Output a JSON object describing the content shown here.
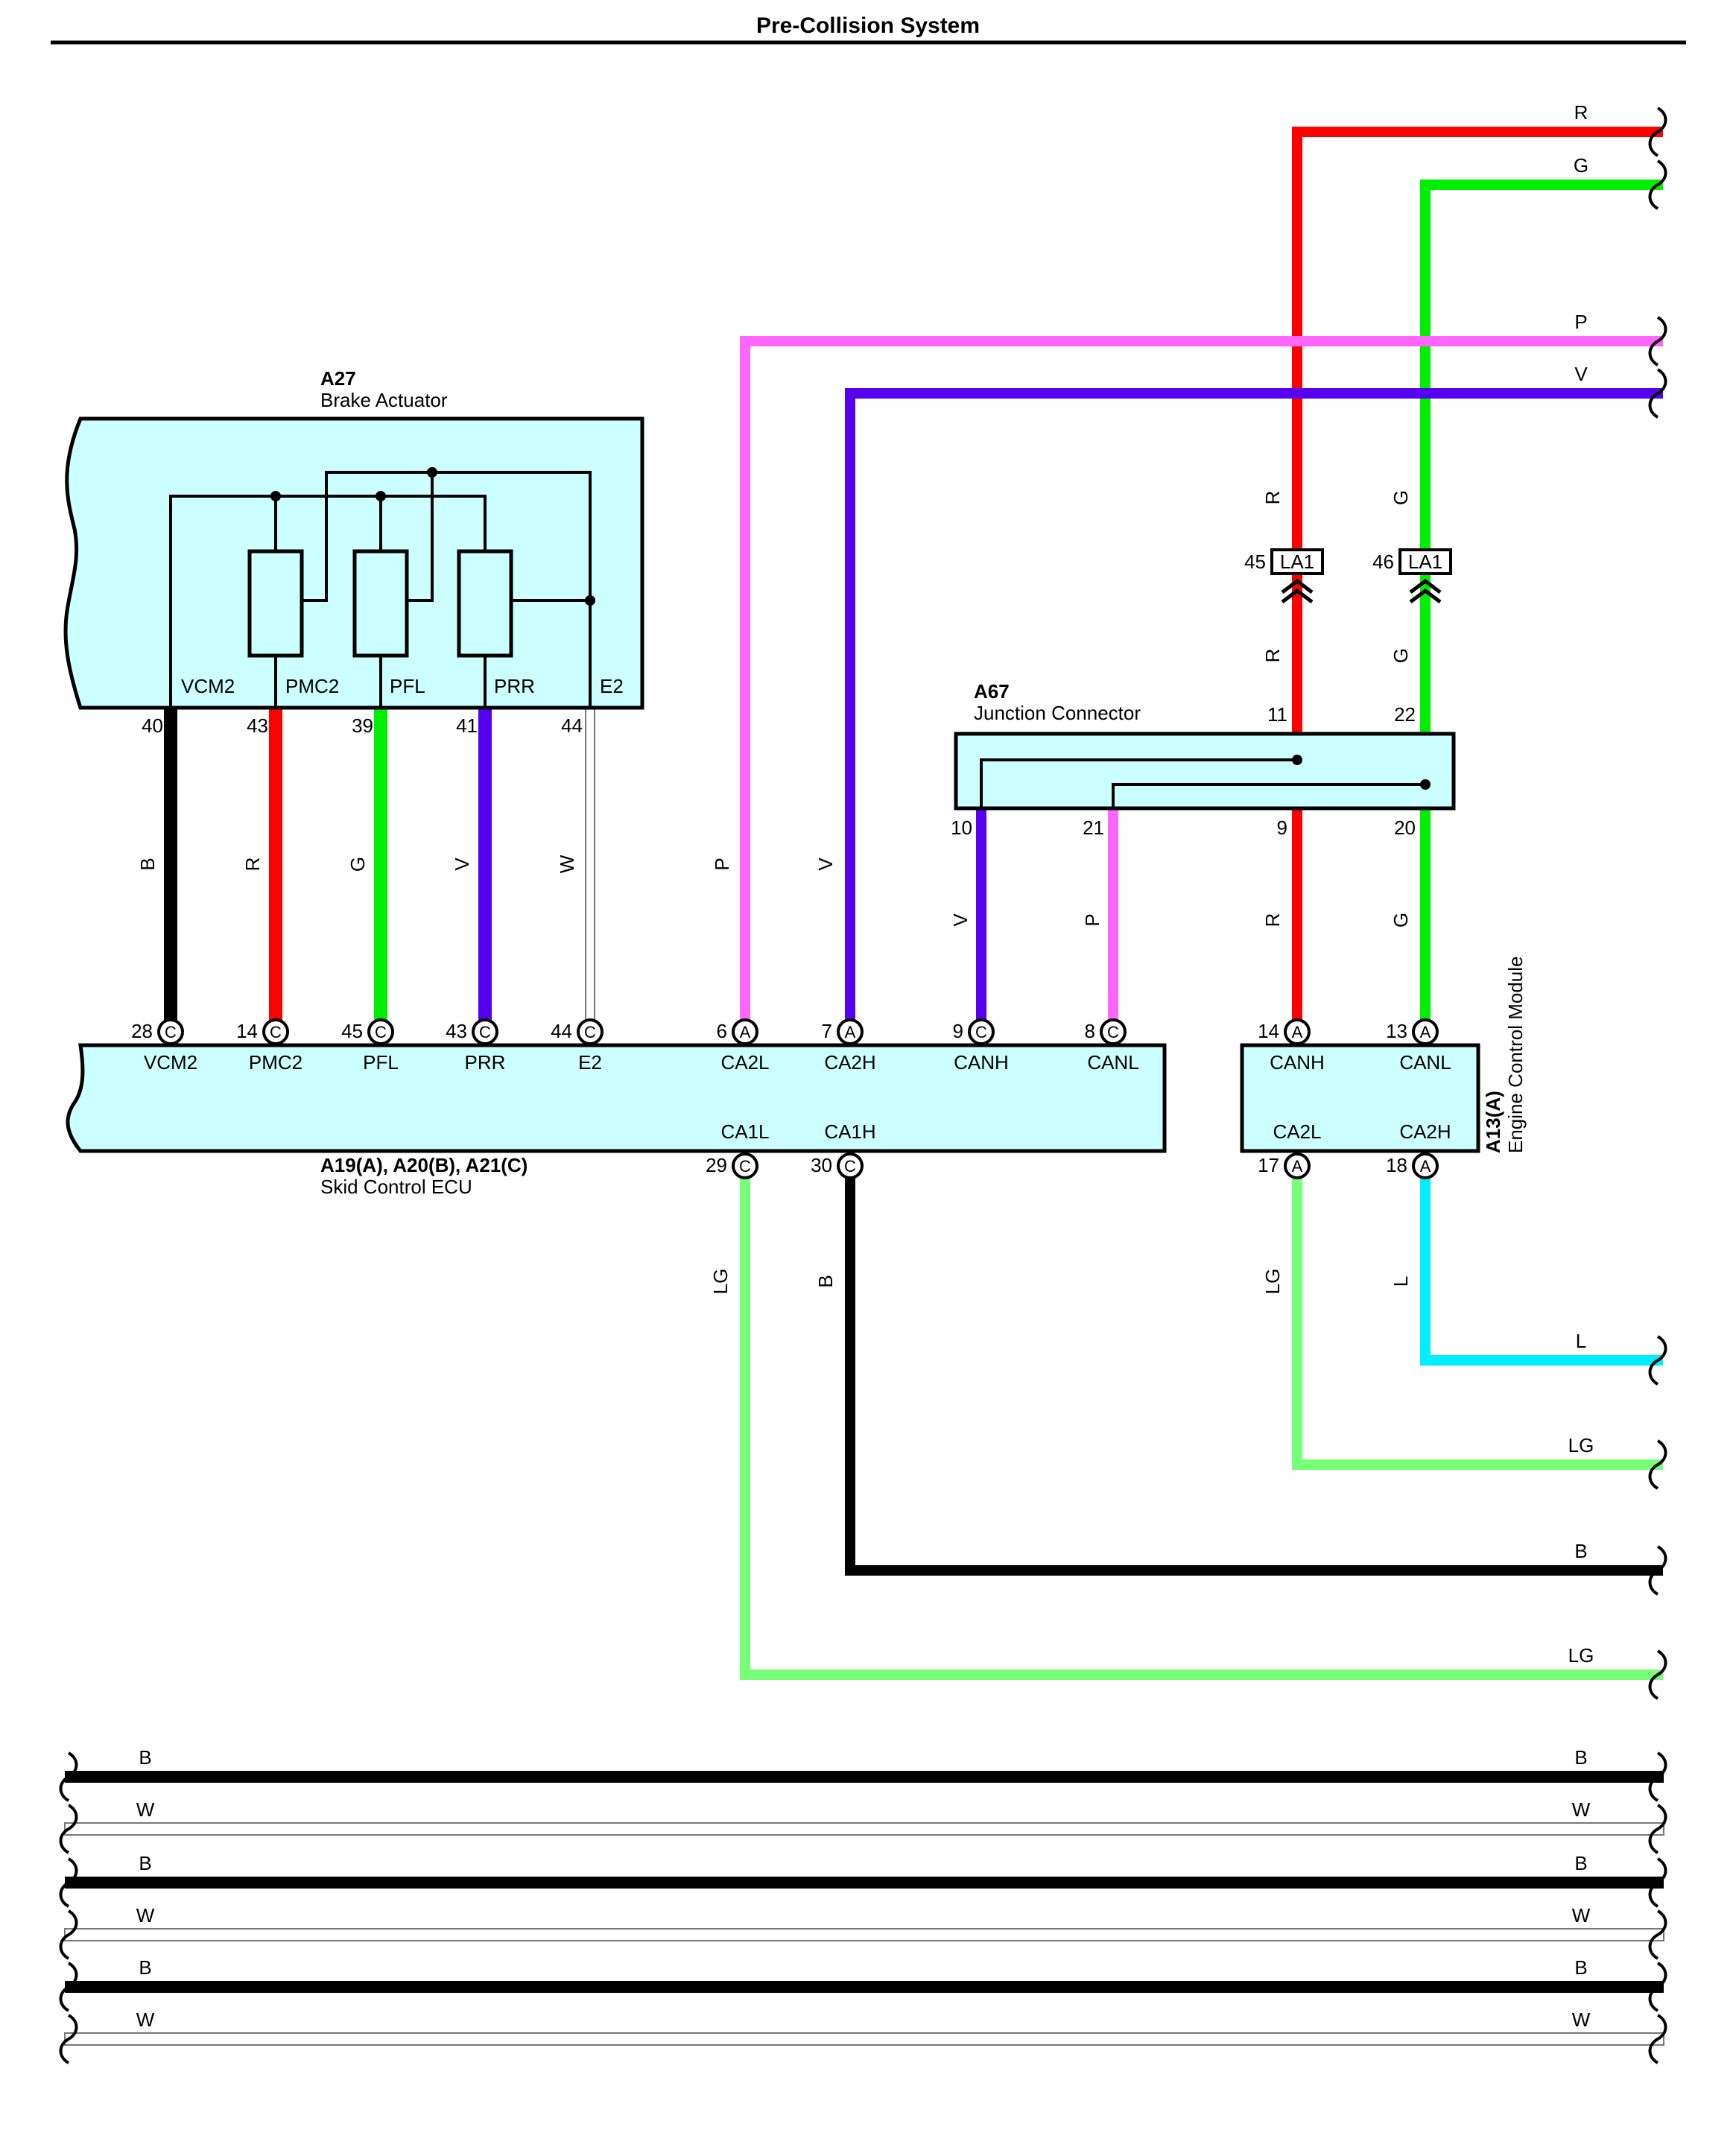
{
  "title": "Pre-Collision System",
  "colors": {
    "R": "#ff0000",
    "G": "#00ee00",
    "P": "#ff66ff",
    "V": "#5500ee",
    "B": "#000000",
    "W": "#ffffff",
    "LG": "#77ff77",
    "L": "#00eeff",
    "component_fill": "#ccffff"
  },
  "components": {
    "brake_actuator": {
      "code": "A27",
      "name": "Brake Actuator",
      "terminals": [
        "VCM2",
        "PMC2",
        "PFL",
        "PRR",
        "E2"
      ],
      "pins": [
        "40",
        "43",
        "39",
        "41",
        "44"
      ]
    },
    "junction_connector": {
      "code": "A67",
      "name": "Junction Connector",
      "pins_top": [
        "11",
        "22"
      ],
      "pins_bottom": [
        "10",
        "21",
        "9",
        "20"
      ]
    },
    "skid_ecu": {
      "code": "A19(A), A20(B), A21(C)",
      "name": "Skid Control ECU",
      "top_terminals": [
        "VCM2",
        "PMC2",
        "PFL",
        "PRR",
        "E2",
        "CA2L",
        "CA2H",
        "CANH",
        "CANL"
      ],
      "top_pins": [
        "28",
        "14",
        "45",
        "43",
        "44",
        "6",
        "7",
        "9",
        "8"
      ],
      "top_conn": [
        "C",
        "C",
        "C",
        "C",
        "C",
        "A",
        "A",
        "C",
        "C"
      ],
      "bottom_terminals": [
        "CA1L",
        "CA1H"
      ],
      "bottom_pins": [
        "29",
        "30"
      ],
      "bottom_conn": [
        "C",
        "C"
      ]
    },
    "engine_ecm": {
      "code": "A13(A)",
      "name": "Engine Control Module",
      "top_terminals": [
        "CANH",
        "CANL"
      ],
      "top_pins": [
        "14",
        "13"
      ],
      "top_conn": [
        "A",
        "A"
      ],
      "bottom_terminals": [
        "CA2L",
        "CA2H"
      ],
      "bottom_pins": [
        "17",
        "18"
      ],
      "bottom_conn": [
        "A",
        "A"
      ]
    },
    "connectors_la1": [
      {
        "pin": "45",
        "label": "LA1"
      },
      {
        "pin": "46",
        "label": "LA1"
      }
    ]
  },
  "wire_labels": {
    "actuator": [
      "B",
      "R",
      "G",
      "V",
      "W"
    ],
    "p_wire": "P",
    "v_wire": "V",
    "jc_left": [
      "V",
      "P"
    ],
    "red_chain": "R",
    "green_chain": "G",
    "ecu_bottom": [
      "LG",
      "B"
    ],
    "ecm_bottom": [
      "LG",
      "L"
    ],
    "right_exits_top": [
      "R",
      "G",
      "P",
      "V"
    ],
    "right_exits_bottom": [
      "L",
      "LG",
      "B",
      "LG"
    ],
    "bottom_bus": [
      "B",
      "W",
      "B",
      "W",
      "B",
      "W"
    ]
  }
}
